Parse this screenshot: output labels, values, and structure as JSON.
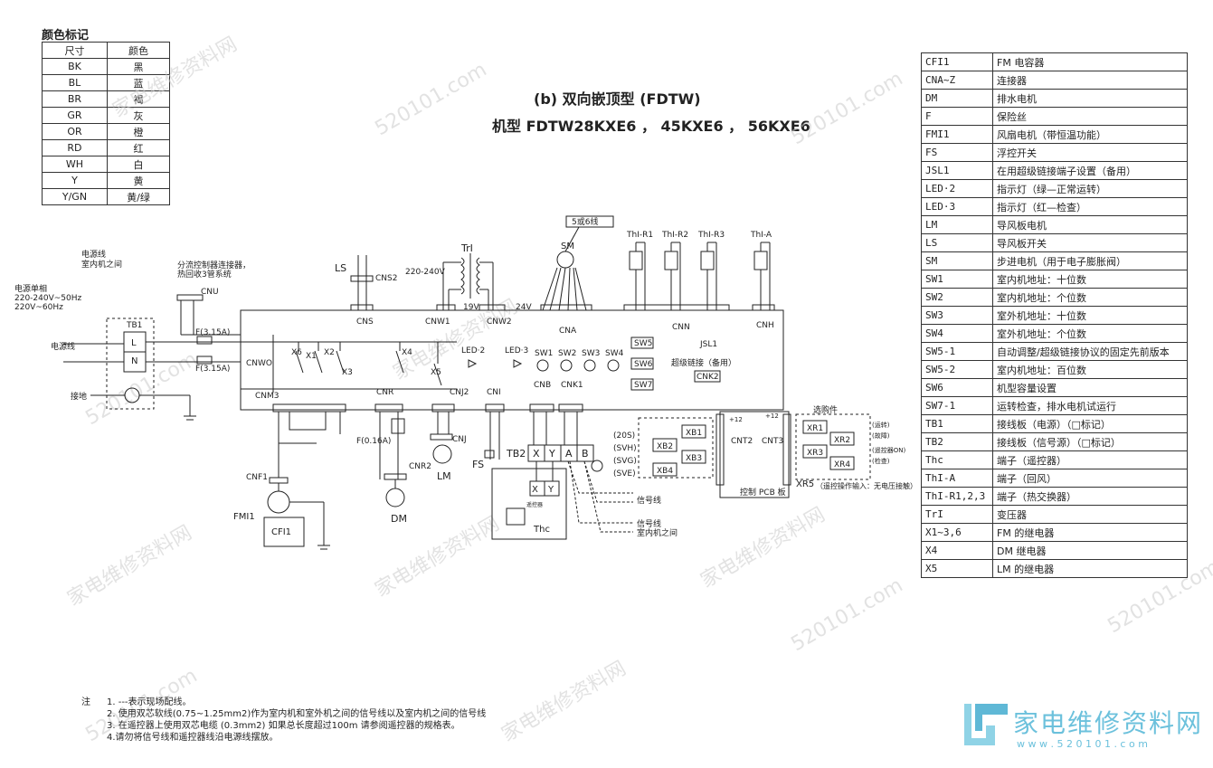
{
  "color_legend": {
    "title": "颜色标记",
    "header": [
      "尺寸",
      "颜色"
    ],
    "rows": [
      [
        "BK",
        "黑"
      ],
      [
        "BL",
        "蓝"
      ],
      [
        "BR",
        "褐"
      ],
      [
        "GR",
        "灰"
      ],
      [
        "OR",
        "橙"
      ],
      [
        "RD",
        "红"
      ],
      [
        "WH",
        "白"
      ],
      [
        "Y",
        "黄"
      ],
      [
        "Y/GN",
        "黄/绿"
      ]
    ]
  },
  "title": {
    "line1": "(b) 双向嵌顶型 (FDTW)",
    "line2": "机型  FDTW28KXE6 ， 45KXE6 ， 56KXE6"
  },
  "components": [
    [
      "CFI1",
      "FM 电容器"
    ],
    [
      "CNA~Z",
      "连接器"
    ],
    [
      "DM",
      "排水电机"
    ],
    [
      "F",
      "保险丝"
    ],
    [
      "FMI1",
      "风扇电机（带恒温功能）"
    ],
    [
      "FS",
      "浮控开关"
    ],
    [
      "JSL1",
      "在用超级链接端子设置（备用）"
    ],
    [
      "LED·2",
      "指示灯（绿—正常运转）"
    ],
    [
      "LED·3",
      "指示灯（红—检查）"
    ],
    [
      "LM",
      "导风板电机"
    ],
    [
      "LS",
      "导风板开关"
    ],
    [
      "SM",
      "步进电机（用于电子膨胀阀）"
    ],
    [
      "SW1",
      "室内机地址：十位数"
    ],
    [
      "SW2",
      "室内机地址：个位数"
    ],
    [
      "SW3",
      "室外机地址：十位数"
    ],
    [
      "SW4",
      "室外机地址：个位数"
    ],
    [
      "SW5-1",
      "自动调整/超级链接协议的固定先前版本"
    ],
    [
      "SW5-2",
      "室内机地址：百位数"
    ],
    [
      "SW6",
      "机型容量设置"
    ],
    [
      "SW7-1",
      "运转检查，排水电机试运行"
    ],
    [
      "TB1",
      "接线板（电源）（□标记）"
    ],
    [
      "TB2",
      "接线板（信号源）（□标记）"
    ],
    [
      "Thc",
      "端子（遥控器）"
    ],
    [
      "ThI-A",
      "端子（回风）"
    ],
    [
      "ThI-R1,2,3",
      "端子（热交换器）"
    ],
    [
      "TrI",
      "变压器"
    ],
    [
      "X1~3,6",
      "FM 的继电器"
    ],
    [
      "X4",
      "DM 继电器"
    ],
    [
      "X5",
      "LM 的继电器"
    ]
  ],
  "labels": {
    "power_line": "电源线",
    "indoor_between": "室内机之间",
    "power_single": "电源单相",
    "v1": "220-240V~50Hz",
    "v2": "220V~60Hz",
    "power_line2": "电源线",
    "ground": "接地",
    "branch": "分流控制器连接器，",
    "branch2": "热回收3管系统",
    "tb1": "TB1",
    "tr": "TrI",
    "v220": "220-240V",
    "v19": "19V",
    "v24": "24V",
    "sm": "SM",
    "five_six": "5或6线",
    "thr1": "ThI-R1",
    "thr2": "ThI-R2",
    "thr3": "ThI-R3",
    "tha": "ThI-A",
    "ls": "LS",
    "cns2": "CNS2",
    "cnu": "CNU",
    "cns": "CNS",
    "cnw1": "CNW1",
    "cnw2": "CNW2",
    "cna": "CNA",
    "cnn": "CNN",
    "cnh": "CNH",
    "led2": "LED·2",
    "led3": "LED·3",
    "sw1": "SW1",
    "sw2": "SW2",
    "sw3": "SW3",
    "sw4": "SW4",
    "sw5": "SW5",
    "sw6": "SW6",
    "sw7": "SW7",
    "jsl1": "JSL1",
    "super_link": "超级链接（备用）",
    "cnk2": "CNK2",
    "cnwo": "CNWO",
    "cnm3": "CNM3",
    "cnr": "CNR",
    "cnj2": "CNJ2",
    "cni": "CNI",
    "cnb": "CNB",
    "cnk1": "CNK1",
    "tb2": "TB2",
    "fs": "FS",
    "lm": "LM",
    "dm": "DM",
    "cnj": "CNJ",
    "cnr2": "CNR2",
    "cnf1": "CNF1",
    "fm": "FMI1",
    "cf": "CFI1",
    "thc": "Thc",
    "remote": "遥控器",
    "signal": "信号线",
    "signal2": "信号线",
    "indoor_between2": "室内机之间",
    "fuse1": "F(3.15A)",
    "fuse2": "F(3.15A)",
    "fuse3": "F(0.16A)",
    "options": "选购件",
    "cnt2": "CNT2",
    "cnt3": "CNT3",
    "pcb": "控制 PCB 板",
    "xr5": "XR5",
    "xr5_note": "（遥控操作输入：无电压接触）",
    "xb1": "XB1",
    "xb2": "XB2",
    "xb3": "XB3",
    "xb4": "XB4",
    "xr1": "XR1",
    "xr2": "XR2",
    "xr3": "XR3",
    "xr4": "XR4",
    "x1": "X1",
    "x2": "X2",
    "x3": "X3",
    "x4": "X4",
    "x5": "X5",
    "x6": "X6",
    "s20": "(20S)",
    "svh": "(SVH)",
    "svg": "(SVG)",
    "sve": "(SVE)",
    "run": "(运转)",
    "err": "(故障)",
    "remote_on": "(遥控器ON)",
    "check": "(检查)",
    "v12": "+12",
    "tb2_x": "X",
    "tb2_y": "Y",
    "tb2_a": "A",
    "tb2_b": "B",
    "l": "L",
    "n": "N"
  },
  "notes": {
    "prefix": "注",
    "items": [
      "1.  ---表示现场配线。",
      "2.  使用双芯软线(0.75~1.25mm2)作为室内机和室外机之间的信号线以及室内机之间的信号线",
      "3.  在遥控器上使用双芯电缆 (0.3mm2) 如果总长度超过100m  请参阅遥控器的规格表。",
      "4.请勿将信号线和遥控器线沿电源线摆放。"
    ]
  },
  "watermark": {
    "logo_text": "家电维修资料网",
    "logo_url": "w w w . 5 2 0 1 0 1 . c o m",
    "site": "家电维修资料网",
    "num": "520101.com"
  }
}
